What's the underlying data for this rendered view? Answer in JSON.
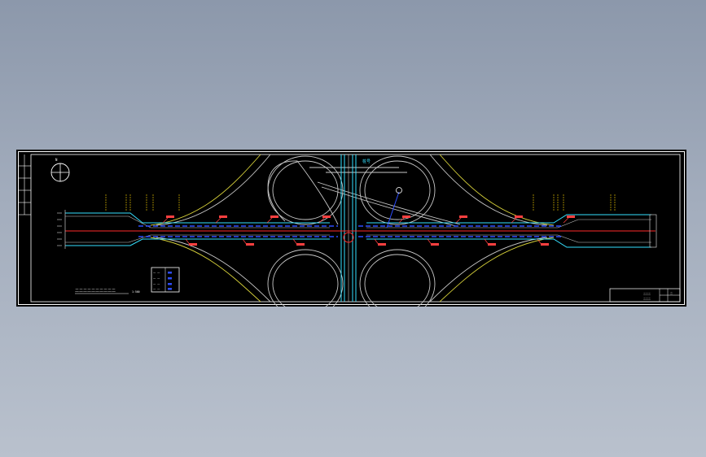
{
  "drawing": {
    "background": "#000000",
    "frame_color": "#ffffff",
    "colors": {
      "road_edge_cyan": "#35e0ff",
      "road_centerline_red": "#ff2a2a",
      "ramp_yellow": "#d8d23a",
      "ramp_white": "#c9c9c9",
      "pipeline_blue": "#2d4dff",
      "annotation_red": "#ff4040",
      "annotation_yellow": "#ffd700"
    },
    "north_arrow_icon": "north-arrow-icon",
    "drawing_title": "二二二二二二二二二二",
    "drawing_scale": "1:500",
    "top_label_cyan": "桩号",
    "legend_rows": [
      {
        "key": "a",
        "label": "一 一"
      },
      {
        "key": "b",
        "label": "一 一"
      },
      {
        "key": "c",
        "label": "一 一"
      },
      {
        "key": "d",
        "label": "一 一"
      }
    ],
    "title_block": {
      "line1": "二二二",
      "line2": "二二二",
      "cell": "二"
    }
  }
}
